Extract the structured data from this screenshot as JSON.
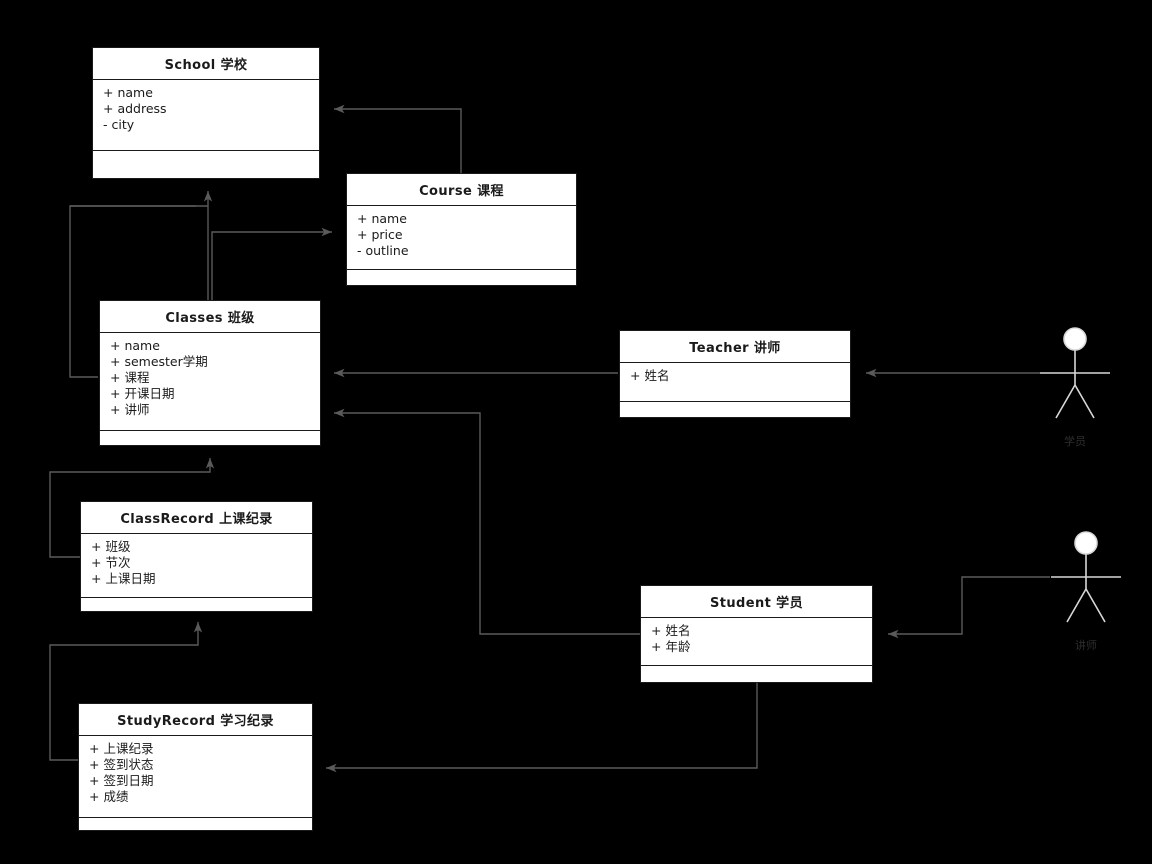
{
  "diagram": {
    "type": "uml-class-diagram",
    "background": "#000000",
    "box_fill": "#ffffff",
    "line_color": "#555555",
    "text_color": "#1a1a1a",
    "actor_label_color": "#2e2e2e"
  },
  "classes": [
    {
      "id": "school",
      "title": "School 学校",
      "attributes": [
        "+ name",
        "+ address",
        "-  city"
      ],
      "operations": []
    },
    {
      "id": "course",
      "title": "Course 课程",
      "attributes": [
        "+ name",
        "+ price",
        "-  outline"
      ],
      "operations": []
    },
    {
      "id": "classes",
      "title": "Classes 班级",
      "attributes": [
        "+ name",
        "+ semester学期",
        "+ 课程",
        "+ 开课日期",
        "+ 讲师"
      ],
      "operations": []
    },
    {
      "id": "teacher",
      "title": "Teacher 讲师",
      "attributes": [
        "+ 姓名"
      ],
      "operations": []
    },
    {
      "id": "classrecord",
      "title": "ClassRecord 上课纪录",
      "attributes": [
        "+ 班级",
        "+ 节次",
        "+ 上课日期"
      ],
      "operations": []
    },
    {
      "id": "student",
      "title": "Student 学员",
      "attributes": [
        "+ 姓名",
        "+ 年龄"
      ],
      "operations": []
    },
    {
      "id": "studyrecord",
      "title": "StudyRecord 学习纪录",
      "attributes": [
        "+ 上课纪录",
        "+ 签到状态",
        "+ 签到日期",
        "+ 成绩"
      ],
      "operations": []
    }
  ],
  "actors": [
    {
      "id": "actor-student",
      "label": "学员"
    },
    {
      "id": "actor-teacher",
      "label": "讲师"
    }
  ],
  "relations": [
    {
      "from": "course",
      "to": "school",
      "kind": "association-arrow"
    },
    {
      "from": "classes",
      "to": "school",
      "kind": "association-arrow"
    },
    {
      "from": "classes",
      "to": "course",
      "kind": "association-arrow"
    },
    {
      "from": "teacher",
      "to": "classes",
      "kind": "association-arrow"
    },
    {
      "from": "student",
      "to": "classes",
      "kind": "association-arrow"
    },
    {
      "from": "classrecord",
      "to": "classes",
      "kind": "association-arrow"
    },
    {
      "from": "studyrecord",
      "to": "classrecord",
      "kind": "association-arrow"
    },
    {
      "from": "student",
      "to": "studyrecord",
      "kind": "association-arrow"
    },
    {
      "from": "actor-student",
      "to": "teacher",
      "kind": "association-arrow"
    },
    {
      "from": "actor-teacher",
      "to": "student",
      "kind": "association-arrow"
    }
  ]
}
